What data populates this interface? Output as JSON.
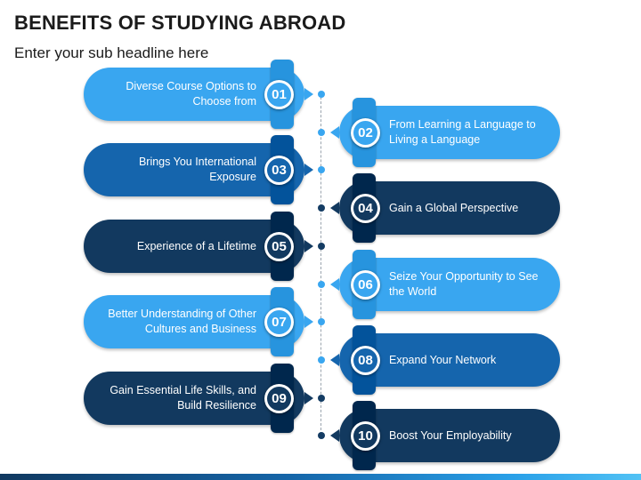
{
  "header": {
    "title": "BENEFITS OF STUDYING ABROAD",
    "subtitle": "Enter your sub headline here"
  },
  "palette": {
    "light": "#39a6f0",
    "medium": "#1565ad",
    "dark": "#12395f",
    "dot_light": "#39a6f0",
    "dot_dark": "#143c63"
  },
  "items": [
    {
      "number": "01",
      "text": "Diverse Course Options to Choose from",
      "side": "left",
      "shade": "light"
    },
    {
      "number": "02",
      "text": "From Learning a Language to Living a Language",
      "side": "right",
      "shade": "light"
    },
    {
      "number": "03",
      "text": "Brings You International Exposure",
      "side": "left",
      "shade": "medium"
    },
    {
      "number": "04",
      "text": "Gain a Global Perspective",
      "side": "right",
      "shade": "dark"
    },
    {
      "number": "05",
      "text": "Experience of a Lifetime",
      "side": "left",
      "shade": "dark"
    },
    {
      "number": "06",
      "text": "Seize Your Opportunity to See the World",
      "side": "right",
      "shade": "light"
    },
    {
      "number": "07",
      "text": "Better Understanding of Other Cultures and Business",
      "side": "left",
      "shade": "light"
    },
    {
      "number": "08",
      "text": "Expand Your Network",
      "side": "right",
      "shade": "medium"
    },
    {
      "number": "09",
      "text": "Gain Essential Life Skills, and Build Resilience",
      "side": "left",
      "shade": "dark"
    },
    {
      "number": "10",
      "text": "Boost Your Employability",
      "side": "right",
      "shade": "dark"
    }
  ]
}
